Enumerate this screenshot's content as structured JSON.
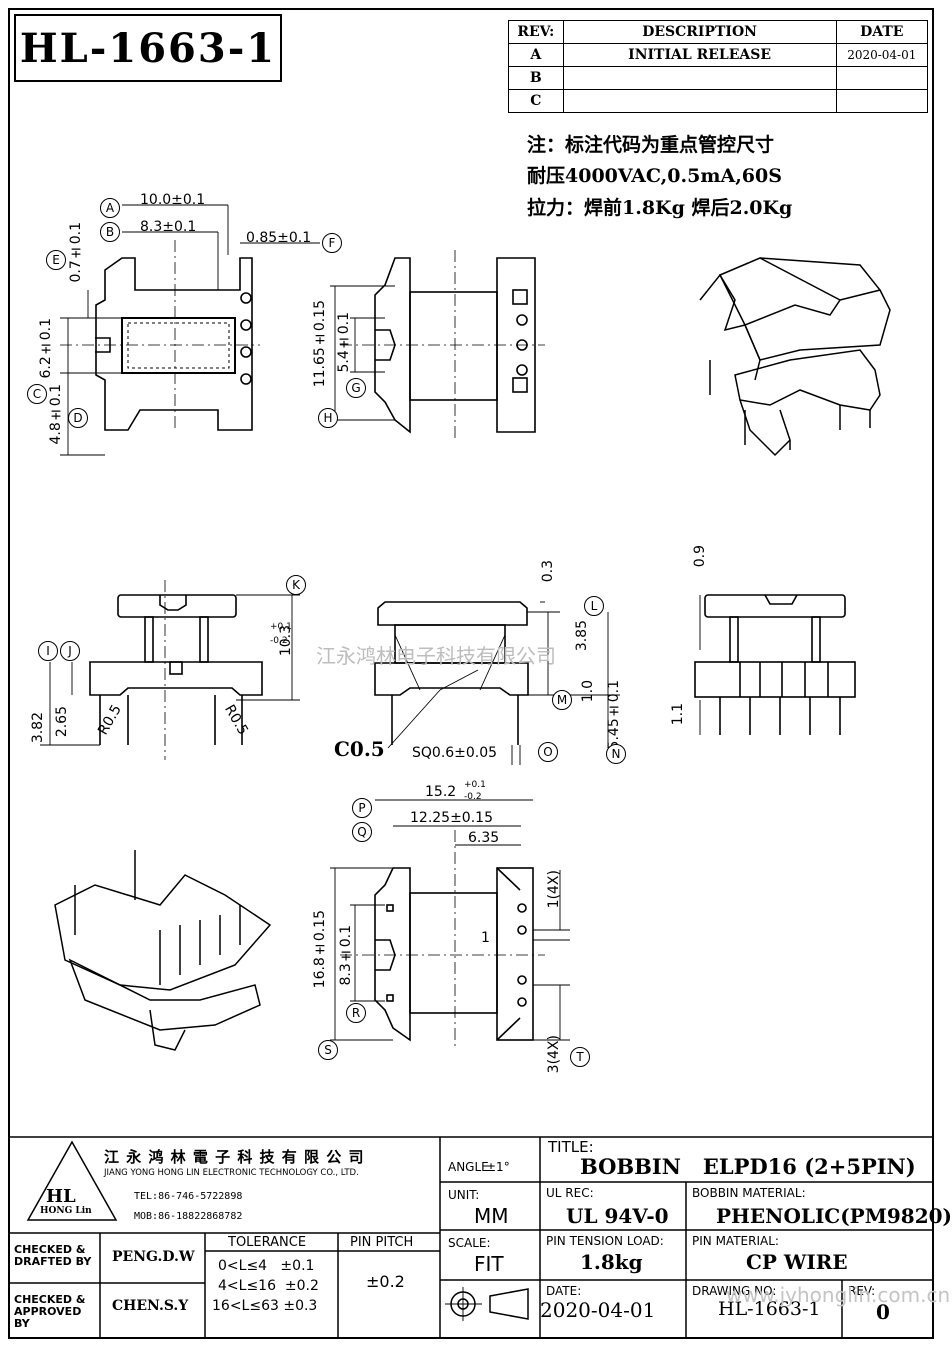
{
  "drawing_title": "HL-1663-1",
  "revision_table": {
    "headers": [
      "REV:",
      "DESCRIPTION",
      "DATE"
    ],
    "rows": [
      {
        "rev": "A",
        "description": "INITIAL RELEASE",
        "date": "2020-04-01"
      },
      {
        "rev": "B",
        "description": "",
        "date": ""
      },
      {
        "rev": "C",
        "description": "",
        "date": ""
      }
    ]
  },
  "notes": [
    "注：标注代码为重点管控尺寸",
    "耐压4000VAC,0.5mA,60S",
    "拉力：焊前1.8Kg    焊后2.0Kg"
  ],
  "dimensions": {
    "top_view": {
      "a": "10.0±0.1",
      "b": "8.3±0.1",
      "f": "0.85±0.1",
      "e": "0.7±0.1",
      "c": "6.2±0.1",
      "d": "4.8±0.1"
    },
    "side_view": {
      "h": "11.65±0.15",
      "g": "5.4±0.1"
    },
    "front_view": {
      "k": "10.3",
      "k_tol_upper": "+0.1",
      "k_tol_lower": "-0.2",
      "i": "3.82",
      "j": "2.65",
      "r_left": "R0.5",
      "r_right": "R0.5"
    },
    "mid_view": {
      "l1": "0.3",
      "l2": "3.85",
      "m": "1.0",
      "n": "5.45±0.1",
      "chamfer": "C0.5",
      "pin_square": "SQ0.6±0.05"
    },
    "right_view": {
      "v1": "0.9",
      "v2": "1.1"
    },
    "bottom_view": {
      "p": "15.2",
      "p_tol_upper": "+0.1",
      "p_tol_lower": "-0.2",
      "q": "12.25±0.15",
      "half": "6.35",
      "s": "16.8±0.15",
      "r": "8.3±0.1",
      "pitch": "1(4X)",
      "slot": "1",
      "t": "3(4X)"
    }
  },
  "markers": {
    "a": "A",
    "b": "B",
    "c": "C",
    "d": "D",
    "e": "E",
    "f": "F",
    "g": "G",
    "h": "H",
    "i": "I",
    "j": "J",
    "k": "K",
    "l": "L",
    "m": "M",
    "n": "N",
    "o": "O",
    "p": "P",
    "q": "Q",
    "r": "R",
    "s": "S",
    "t": "T"
  },
  "watermark": "江永鸿林电子科技有限公司",
  "company": {
    "name_cn": "江 永 鸿 林 電 子 科 技 有 限 公 司",
    "name_en": "JIANG YONG HONG LIN ELECTRONIC TECHNOLOGY CO., LTD.",
    "tel": "TEL:86-746-5722898",
    "mob": "MOB:86-18822868782",
    "logo_text": "HL",
    "logo_sub": "HONG Lin"
  },
  "title_block": {
    "angle_label": "ANGLE",
    "angle_value": "±1°",
    "title_label": "TITLE:",
    "title_value": "BOBBIN   ELPD16 (2+5PIN)",
    "unit_label": "UNIT:",
    "unit_value": "MM",
    "ul_label": "UL REC:",
    "ul_value": "UL 94V-0",
    "bobbin_material_label": "BOBBIN MATERIAL:",
    "bobbin_material_value": "PHENOLIC(PM9820)",
    "scale_label": "SCALE:",
    "scale_value": "FIT",
    "pin_tension_label": "PIN TENSION LOAD:",
    "pin_tension_value": "1.8kg",
    "pin_material_label": "PIN MATERIAL:",
    "pin_material_value": "CP WIRE",
    "date_label": "DATE:",
    "date_value": "2020-04-01",
    "drawing_no_label": "DRAWING NO:",
    "drawing_no_value": "HL-1663-1",
    "rev_label": "REV:",
    "rev_value": "0",
    "checked_drafted_label": "CHECKED & DRAFTED BY",
    "checked_drafted_value": "PENG.D.W",
    "checked_approved_label": "CHECKED & APPROVED BY",
    "checked_approved_value": "CHEN.S.Y",
    "tolerance_label": "TOLERANCE",
    "tolerance_rows": [
      "0<L≤4   ±0.1",
      "4<L≤16  ±0.2",
      "16<L≤63 ±0.3"
    ],
    "pin_pitch_label": "PIN PITCH",
    "pin_pitch_value": "±0.2"
  },
  "footer_watermark": "www.jyhonglin.com.cn"
}
